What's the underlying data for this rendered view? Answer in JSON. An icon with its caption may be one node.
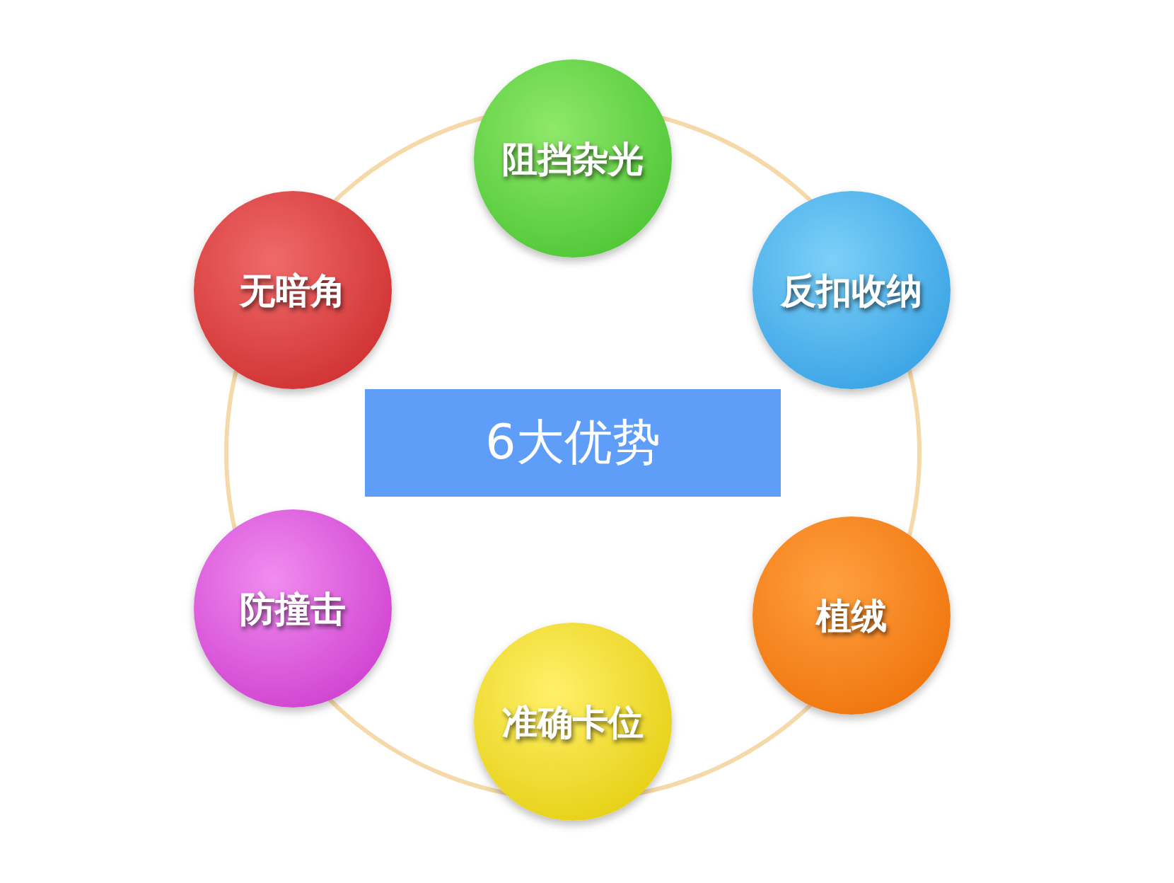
{
  "diagram": {
    "nodes": [
      {
        "text": [
          "阻挡杂光"
        ]
      },
      {
        "text": [
          "无暗角"
        ]
      },
      {
        "text": [
          "反扣收纳"
        ]
      },
      {
        "text": [
          "6大优势"
        ]
      },
      {
        "text": [
          "防撞击"
        ]
      },
      {
        "text": [
          "植绒"
        ]
      },
      {
        "text": [
          "准确卡位"
        ]
      }
    ]
  }
}
